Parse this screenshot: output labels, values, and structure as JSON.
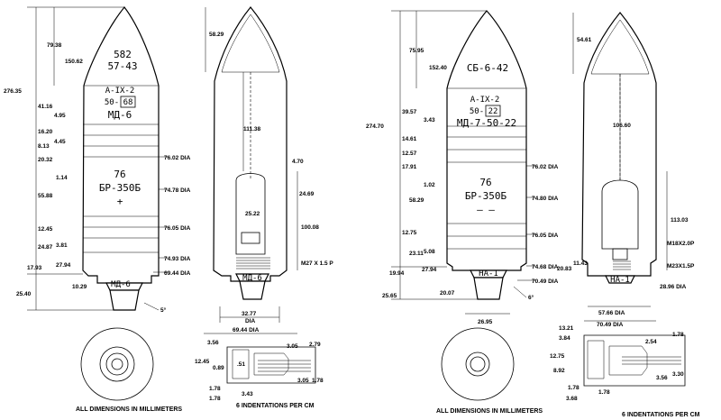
{
  "left": {
    "shell_markings": {
      "line1": "582",
      "line2": "57-43",
      "line3": "A-IX-2",
      "line4_prefix": "50-",
      "line4_box": "68",
      "line5": "МД-6",
      "line6": "76",
      "line7": "БР-350Б",
      "line8": "+"
    },
    "fuze_label": "МД-6",
    "fuze_label_section": "МД-6",
    "dims_left": [
      "79.38",
      "150.62",
      "276.35",
      "41.16",
      "4.95",
      "16.20",
      "8.13",
      "4.45",
      "20.32",
      "1.14",
      "55.88",
      "12.45",
      "24.87",
      "3.81",
      "17.93",
      "27.94",
      "25.40",
      "10.29"
    ],
    "dims_right": [
      "76.02 DIA",
      "74.78 DIA",
      "76.05 DIA",
      "74.93 DIA",
      "69.44 DIA",
      "5°"
    ],
    "section_dims": [
      "58.29",
      "111.38",
      "4.70",
      "24.69",
      "25.22",
      "100.08",
      "M27 X 1.5 P",
      "32.77",
      "DIA",
      "69.44 DIA"
    ],
    "band_dims": [
      "3.56",
      "12.45",
      "0.89",
      ".51",
      "3.05",
      "2.79",
      "3.05",
      "1.78",
      "1.78",
      "3.43",
      "1.78"
    ],
    "caption": "ALL DIMENSIONS IN MILLIMETERS",
    "indent_caption": "6 INDENTATIONS PER CM"
  },
  "right": {
    "shell_markings": {
      "line1": "СБ-6-42",
      "line2": "A-IX-2",
      "line3_prefix": "50-",
      "line3_box": "22",
      "line4": "МД-7-50-22",
      "line5": "76",
      "line6": "БР-350Б",
      "line7": "– –"
    },
    "fuze_label": "НА-1",
    "fuze_label_section": "НА-1",
    "dims_left": [
      "75.95",
      "152.40",
      "274.70",
      "39.57",
      "3.43",
      "14.61",
      "12.57",
      "17.91",
      "1.02",
      "58.29",
      "12.75",
      "23.11",
      "5.08",
      "19.94",
      "27.94",
      "25.65",
      "20.07"
    ],
    "dims_right": [
      "76.02 DIA",
      "74.80 DIA",
      "76.05 DIA",
      "74.68 DIA",
      "70.49 DIA",
      "6°",
      "26.95"
    ],
    "section_dims": [
      "54.61",
      "106.60",
      "113.03",
      "M18X2.0P",
      "11.43",
      "20.83",
      "M23X1.5P",
      "28.96 DIA",
      "57.66 DIA",
      "70.49 DIA"
    ],
    "band_dims": [
      "13.21",
      "3.84",
      "12.75",
      "8.92",
      "2.54",
      "1.78",
      "3.56",
      "3.30",
      "1.78",
      "1.78",
      "3.68"
    ],
    "caption": "ALL DIMENSIONS IN MILLIMETERS",
    "indent_caption": "6 INDENTATIONS PER CM"
  }
}
